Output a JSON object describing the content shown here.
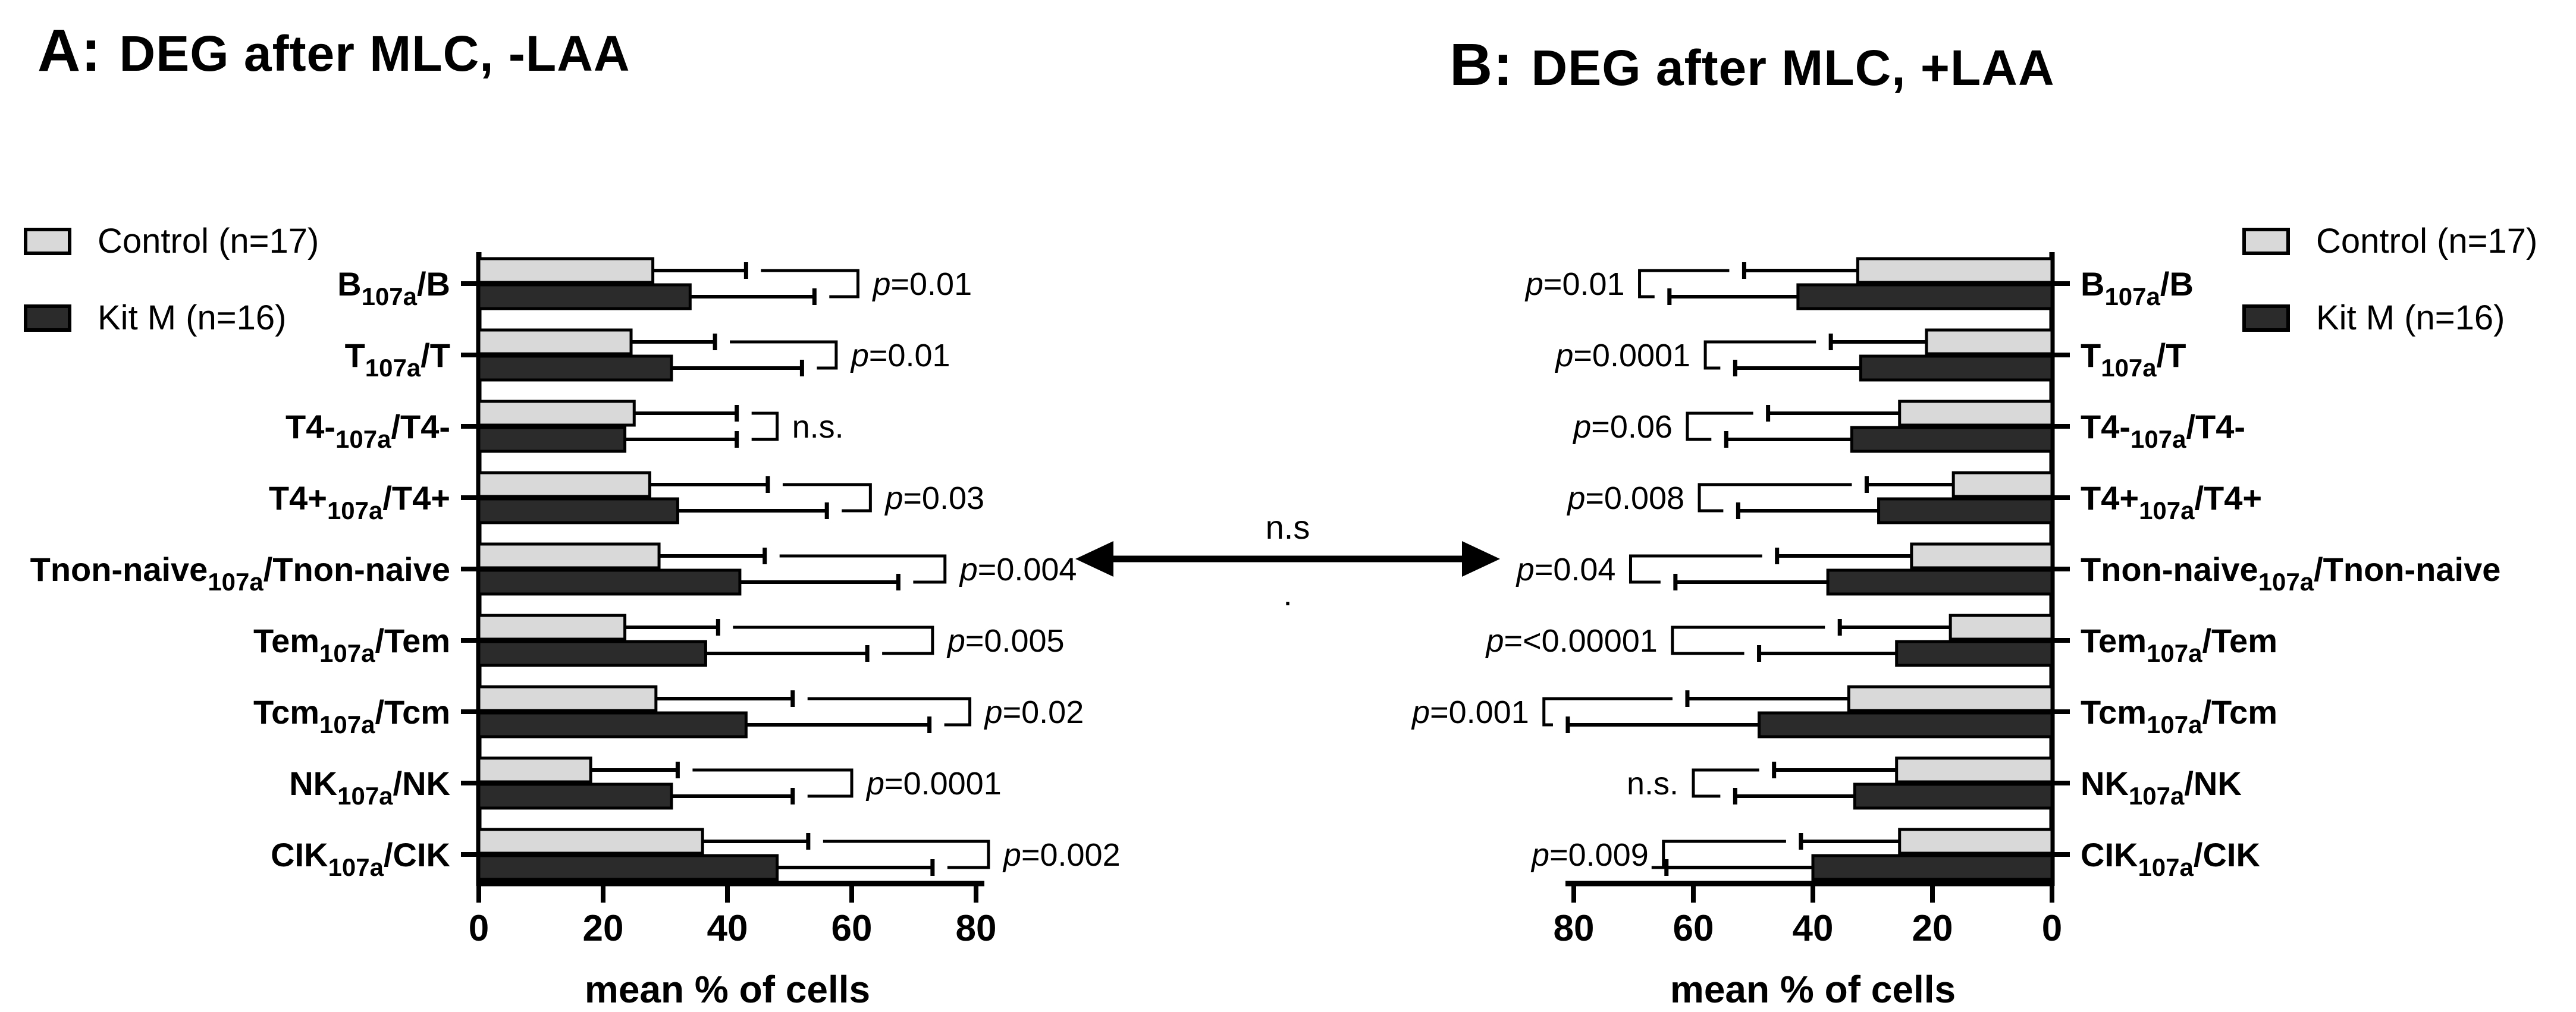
{
  "center": {
    "label": "n.s",
    "dot": "."
  },
  "chart_data": [
    {
      "type": "bar",
      "orientation": "horizontal",
      "panel": "A",
      "title_prefix": "A:",
      "title": "DEG after MLC, -LAA",
      "xlabel": "mean % of cells",
      "xlim": [
        0,
        85
      ],
      "xticks": [
        0,
        20,
        40,
        60,
        80
      ],
      "zero_at": "left",
      "grid": false,
      "legend_position": "top-left",
      "legend": [
        {
          "name": "Control (n=17)",
          "color": "#d9d9d9"
        },
        {
          "name": "Kit M (n=16)",
          "color": "#2b2b2b"
        }
      ],
      "categories": [
        {
          "main": "B",
          "sub": "107a",
          "rest": "/B"
        },
        {
          "main": "T",
          "sub": "107a",
          "rest": "/T"
        },
        {
          "main": "T4-",
          "sub": "107a",
          "rest": "/T4-"
        },
        {
          "main": "T4+",
          "sub": "107a",
          "rest": "/T4+"
        },
        {
          "main": "Tnon-naive",
          "sub": "107a",
          "rest": "/Tnon-naive"
        },
        {
          "main": "Tem",
          "sub": "107a",
          "rest": "/Tem"
        },
        {
          "main": "Tcm",
          "sub": "107a",
          "rest": "/Tcm"
        },
        {
          "main": "NK",
          "sub": "107a",
          "rest": "/NK"
        },
        {
          "main": "CIK",
          "sub": "107a",
          "rest": "/CIK"
        }
      ],
      "series": [
        {
          "name": "Control (n=17)",
          "color": "#d9d9d9",
          "values": [
            28,
            24.5,
            25,
            27.5,
            29,
            23.5,
            28.5,
            18,
            36
          ],
          "error_hi": [
            43,
            38,
            41.5,
            46.5,
            46,
            38.5,
            50.5,
            32,
            53
          ]
        },
        {
          "name": "Kit M (n=16)",
          "color": "#2b2b2b",
          "values": [
            34,
            31,
            23.5,
            32,
            42,
            36.5,
            43,
            31,
            48
          ],
          "error_hi": [
            54,
            52,
            41.5,
            56,
            67.5,
            62.5,
            72.5,
            50.5,
            73
          ]
        }
      ],
      "p_labels": [
        "p=0.01",
        "p=0.01",
        "n.s.",
        "p=0.03",
        "p=0.004",
        "p=0.005",
        "p=0.02",
        "p=0.0001",
        "p=0.002"
      ],
      "bracket_x": [
        61,
        57.5,
        48,
        63,
        75,
        73,
        79,
        60,
        82
      ]
    },
    {
      "type": "bar",
      "orientation": "horizontal",
      "panel": "B",
      "title_prefix": "B:",
      "title": "DEG after MLC, +LAA",
      "xlabel": "mean % of cells",
      "xlim": [
        0,
        85
      ],
      "xticks": [
        0,
        20,
        40,
        60,
        80
      ],
      "zero_at": "right",
      "grid": false,
      "legend_position": "top-right",
      "legend": [
        {
          "name": "Control (n=17)",
          "color": "#d9d9d9"
        },
        {
          "name": "Kit M (n=16)",
          "color": "#2b2b2b"
        }
      ],
      "categories": [
        {
          "main": "B",
          "sub": "107a",
          "rest": "/B"
        },
        {
          "main": "T",
          "sub": "107a",
          "rest": "/T"
        },
        {
          "main": "T4-",
          "sub": "107a",
          "rest": "/T4-"
        },
        {
          "main": "T4+",
          "sub": "107a",
          "rest": "/T4+"
        },
        {
          "main": "Tnon-naive",
          "sub": "107a",
          "rest": "/Tnon-naive"
        },
        {
          "main": "Tem",
          "sub": "107a",
          "rest": "/Tem"
        },
        {
          "main": "Tcm",
          "sub": "107a",
          "rest": "/Tcm"
        },
        {
          "main": "NK",
          "sub": "107a",
          "rest": "/NK"
        },
        {
          "main": "CIK",
          "sub": "107a",
          "rest": "/CIK"
        }
      ],
      "series": [
        {
          "name": "Control (n=17)",
          "color": "#d9d9d9",
          "values": [
            32.5,
            21,
            25.5,
            16.5,
            23.5,
            17,
            34,
            26,
            25.5
          ],
          "error_hi": [
            51.5,
            37,
            47.5,
            31,
            46,
            35.5,
            61,
            46.5,
            42
          ]
        },
        {
          "name": "Kit M (n=16)",
          "color": "#2b2b2b",
          "values": [
            42.5,
            32,
            33.5,
            29,
            37.5,
            26,
            49,
            33,
            40
          ],
          "error_hi": [
            64,
            53,
            54.5,
            52.5,
            63,
            49,
            81,
            53,
            64.5
          ]
        }
      ],
      "p_labels": [
        "p=0.01",
        "p=0.0001",
        "p=0.06",
        "p=0.008",
        "p=0.04",
        "p=<0.00001",
        "p=0.001",
        "n.s.",
        "p=0.009"
      ],
      "bracket_x": [
        69,
        58,
        61,
        59,
        70.5,
        63.5,
        85,
        60,
        65
      ]
    }
  ]
}
